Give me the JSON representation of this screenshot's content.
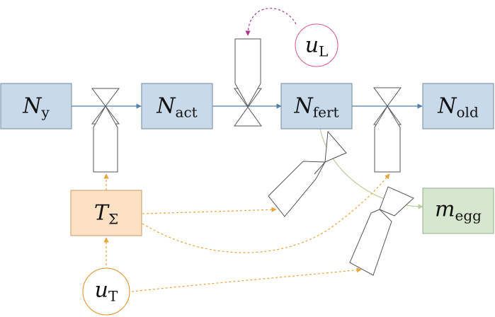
{
  "nodes": {
    "n_y": {
      "symbol": "N",
      "subscript": "y",
      "fill": "#c8d9ea",
      "stroke": "#6f879f"
    },
    "n_act": {
      "symbol": "N",
      "subscript": "act",
      "fill": "#c8d9ea",
      "stroke": "#6f879f"
    },
    "n_fert": {
      "symbol": "N",
      "subscript": "fert",
      "fill": "#c8d9ea",
      "stroke": "#6f879f"
    },
    "n_old": {
      "symbol": "N",
      "subscript": "old",
      "fill": "#c8d9ea",
      "stroke": "#6f879f"
    },
    "t_sigma": {
      "symbol": "T",
      "subscript": "Σ",
      "fill": "#fde1c2",
      "stroke": "#c79a66"
    },
    "m_egg": {
      "symbol": "m",
      "subscript": "egg",
      "fill": "#d7e6cf",
      "stroke": "#93ad85"
    },
    "u_l": {
      "symbol": "u",
      "subscript": "L",
      "stroke": "#d9577a"
    },
    "u_t": {
      "symbol": "u",
      "subscript": "T",
      "stroke": "#e08a1e"
    }
  },
  "colors": {
    "flow": "#4f7fa8",
    "temperature": "#e8a33a",
    "light": "#b0338e",
    "egg": "#b9cf98",
    "valve": "#555555"
  }
}
